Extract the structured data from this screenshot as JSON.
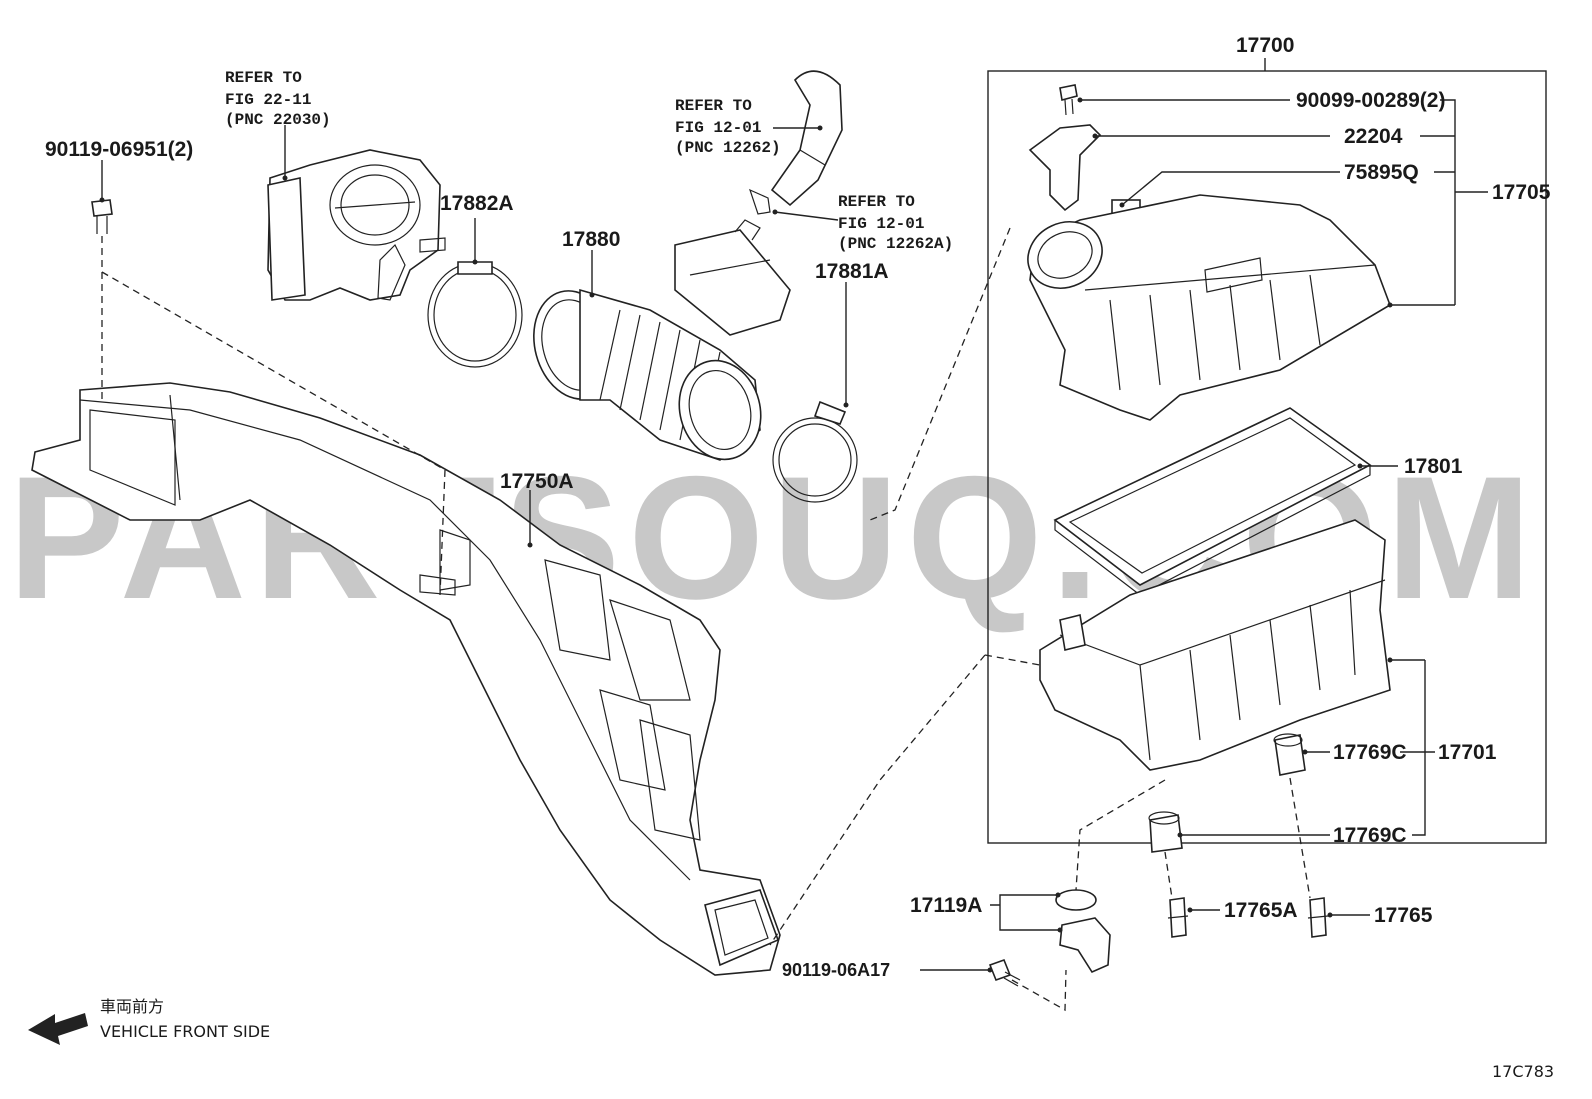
{
  "watermark": "PARTSOUQ.COM",
  "refs": {
    "throttle_line1": "REFER TO",
    "throttle_line2": "FIG 22-11",
    "throttle_line3": "(PNC 22030)",
    "hose_line1": "REFER TO",
    "hose_line2": "FIG 12-01",
    "hose_line3": "(PNC 12262)",
    "clip_line1": "REFER TO",
    "clip_line2": "FIG 12-01",
    "clip_line3": "(PNC 12262A)"
  },
  "parts": {
    "bolt_left": "90119-06951(2)",
    "clamp_a": "17882A",
    "hose": "17880",
    "clamp_b": "17881A",
    "duct": "17750A",
    "assembly": "17700",
    "screw_top": "90099-00289(2)",
    "sensor": "22204",
    "label_q": "75895Q",
    "cap_sub": "17705",
    "element": "17801",
    "cushion_1": "17769C",
    "case_sub": "17701",
    "cushion_2": "17769C",
    "bracket": "17119A",
    "bolt_bottom": "90119-06A17",
    "stud_a": "17765A",
    "stud": "17765"
  },
  "direction": {
    "jp": "車両前方",
    "en": "VEHICLE FRONT SIDE"
  },
  "figure_id": "17C783"
}
